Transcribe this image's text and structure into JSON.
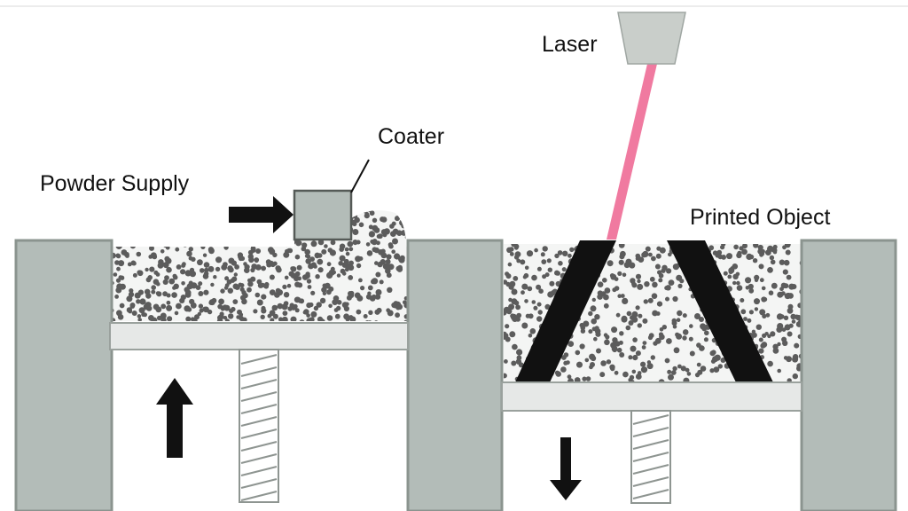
{
  "labels": {
    "laser": "Laser",
    "coater": "Coater",
    "powder_supply": "Powder Supply",
    "printed_object": "Printed Object"
  },
  "colors": {
    "wall_fill": "#b3bcb8",
    "wall_stroke": "#8b948f",
    "platform_fill": "#e6e8e7",
    "platform_stroke": "#9aa19d",
    "powder_bg": "#f4f5f4",
    "powder_dot": "#5c5c5c",
    "laser_beam": "#f07aa0",
    "laser_head": "#c9ceca",
    "object_fill": "#111111",
    "arrow_fill": "#111111",
    "screw_stroke": "#8e9591"
  },
  "icons": {
    "supply_piston_direction": "arrow-up-icon",
    "build_piston_direction": "arrow-down-icon",
    "coater_motion": "arrow-right-icon"
  }
}
